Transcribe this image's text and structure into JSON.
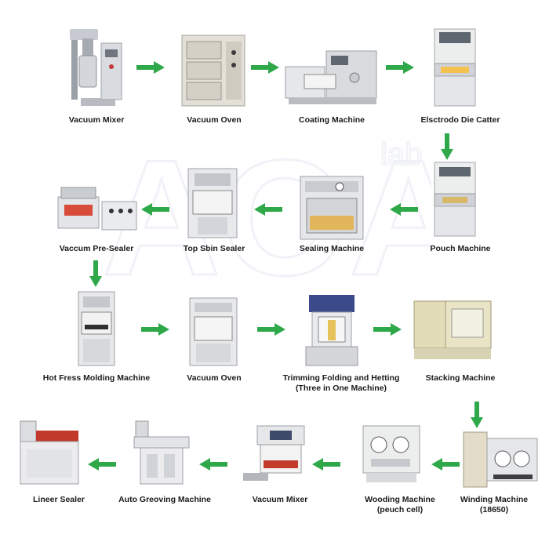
{
  "diagram": {
    "watermark_text": "AOAO",
    "watermark_sub": "lab",
    "arrow_color": "#2fa84a",
    "rows": [
      [
        {
          "label": "Vacuum Mixer",
          "icon": "vacuum-mixer-icon"
        },
        {
          "label": "Vacuum Oven",
          "icon": "vacuum-oven-icon"
        },
        {
          "label": "Coating Machine",
          "icon": "coating-machine-icon"
        },
        {
          "label": "Elsctrodo Die Catter",
          "icon": "die-cutter-icon"
        }
      ],
      [
        {
          "label": "Pouch Machine",
          "icon": "pouch-machine-icon"
        },
        {
          "label": "Sealing Machine",
          "icon": "sealing-machine-icon"
        },
        {
          "label": "Top Sbin Sealer",
          "icon": "top-side-sealer-icon"
        },
        {
          "label": "Vaccum Pre-Sealer",
          "icon": "pre-sealer-icon"
        }
      ],
      [
        {
          "label": "Hot Fress Molding Machine",
          "icon": "hot-press-icon"
        },
        {
          "label": "Vacuum Oven",
          "icon": "vacuum-oven-icon"
        },
        {
          "label": "Trimming Folding and Hetting\n(Three in One Machine)",
          "icon": "trimming-machine-icon"
        },
        {
          "label": "Stacking Machine",
          "icon": "stacking-machine-icon"
        }
      ],
      [
        {
          "label": "Winding Machine\n(18650)",
          "icon": "winding-machine-icon"
        },
        {
          "label": "Wooding Machine\n(peuch cell)",
          "icon": "winding-pouch-icon"
        },
        {
          "label": "Vacuum Mixer",
          "icon": "vacuum-mixer-icon"
        },
        {
          "label": "Auto Greoving Machine",
          "icon": "grooving-machine-icon"
        },
        {
          "label": "Lineer Sealer",
          "icon": "linear-sealer-icon"
        }
      ]
    ]
  }
}
